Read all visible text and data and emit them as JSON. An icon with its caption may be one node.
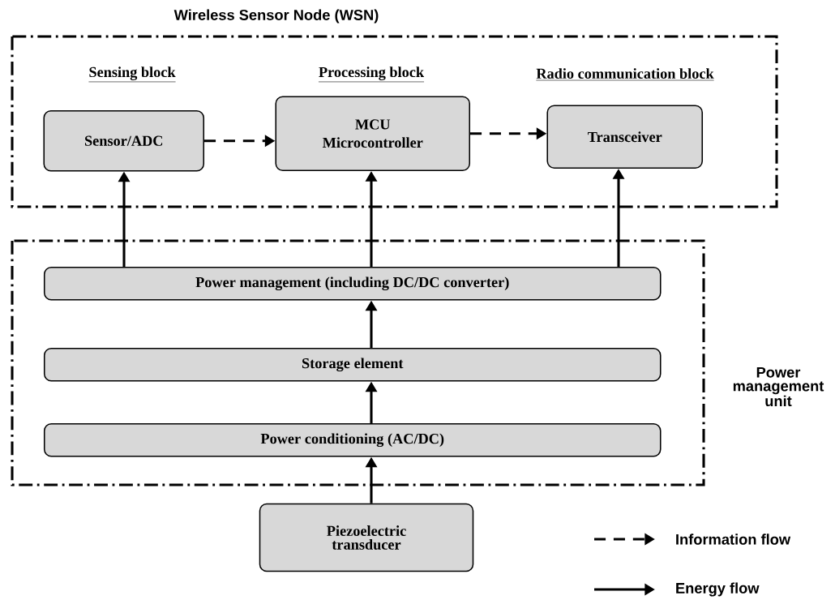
{
  "diagram": {
    "nodes": [
      {
        "text": [
          "Wireless Sensor Node (WSN)"
        ]
      },
      {
        "text": [
          "Sensor/ADC"
        ],
        "in": 0
      },
      {
        "text": [
          "MCU",
          "Microcontroller"
        ],
        "in": 0
      },
      {
        "text": [
          "Transceiver"
        ],
        "in": 0
      },
      {
        "text": [
          "Power management unit"
        ]
      },
      {
        "text": [
          "Power management (including DC/DC converter)"
        ],
        "in": 4
      },
      {
        "text": [
          "Storage element"
        ],
        "in": 4
      },
      {
        "text": [
          "Power conditioning (AC/DC)"
        ],
        "in": 4
      },
      {
        "text": [
          "Piezoelectric transducer"
        ]
      }
    ],
    "edges": [
      {
        "from": 1,
        "to": 2,
        "arrow": "to",
        "style": "dashed"
      },
      {
        "from": 2,
        "to": 3,
        "arrow": "to",
        "style": "dashed"
      },
      {
        "from": 5,
        "to": 1,
        "arrow": "to"
      },
      {
        "from": 5,
        "to": 2,
        "arrow": "to"
      },
      {
        "from": 5,
        "to": 3,
        "arrow": "to"
      },
      {
        "from": 6,
        "to": 5,
        "arrow": "to"
      },
      {
        "from": 7,
        "to": 6,
        "arrow": "to"
      },
      {
        "from": 8,
        "to": 7,
        "arrow": "to"
      }
    ],
    "labels": [
      "Sensing block",
      "Processing block",
      "Radio communication block"
    ],
    "legend": [
      {
        "text": "Information flow"
      },
      {
        "text": "Energy flow"
      }
    ]
  }
}
